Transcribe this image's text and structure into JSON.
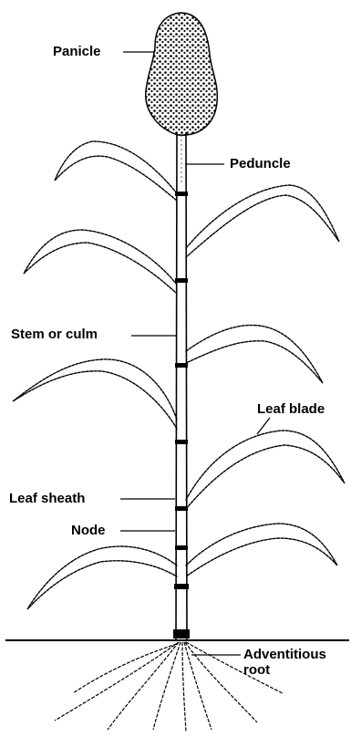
{
  "labels": {
    "panicle": "Panicle",
    "peduncle": "Peduncle",
    "stem": "Stem or culm",
    "leaf_blade": "Leaf blade",
    "leaf_sheath": "Leaf sheath",
    "node": "Node",
    "adventitious_line1": "Adventitious",
    "adventitious_line2": "root"
  },
  "colors": {
    "ink": "#000000",
    "background": "#ffffff"
  }
}
